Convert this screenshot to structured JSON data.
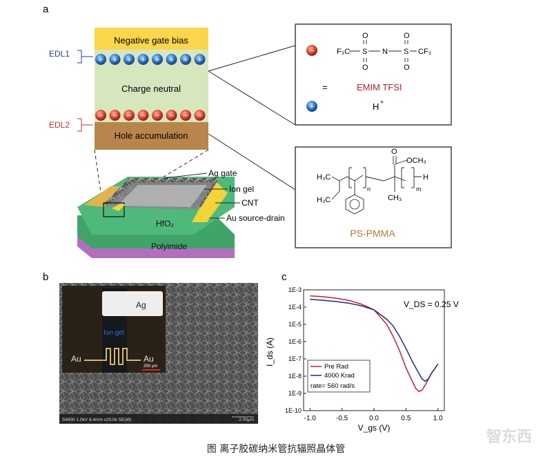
{
  "panel_labels": {
    "a": "a",
    "b": "b",
    "c": "c"
  },
  "panel_a": {
    "layers": {
      "top": "Negative gate bias",
      "middle": "Charge neutral",
      "bottom": "Hole accumulation"
    },
    "edl1": "EDL1",
    "edl2": "EDL2",
    "cation_symbol": "+",
    "anion_symbol": "−",
    "device_labels": {
      "ag_gate": "Ag gate",
      "ion_gel": "Ion gel",
      "cnt": "CNT",
      "au": "Au source-drain",
      "hfo2": "HfO₂",
      "polyimide": "Polyimide"
    },
    "ionic_box": {
      "anion_formula_left": "F₃C",
      "anion_formula_s1": "S",
      "anion_formula_n": "N",
      "anion_formula_s2": "S",
      "anion_formula_right": "CF₃",
      "oxygen": "O",
      "equals": "=",
      "name": "EMIM TFSI",
      "proton": "H",
      "proton_charge": "+"
    },
    "polymer_box": {
      "h3c_top": "H₃C",
      "h3c_bottom": "H₃C",
      "n_sub": "n",
      "m_sub": "m",
      "h_end": "H",
      "och3": "OCH₃",
      "carbonyl_o": "O",
      "ch3": "CH₃",
      "name": "PS-PMMA"
    }
  },
  "panel_b": {
    "ag": "Ag",
    "ion_gel": "Ion gel",
    "au_left": "Au",
    "au_right": "Au",
    "scale_inset": "250 μm",
    "sem_info": "S4800 1.0kV 8.4mm x20.0k SE(M)",
    "scale_main": "2.00μm"
  },
  "chart_data": {
    "type": "line",
    "title": "",
    "annotation": "V_DS = 0.25 V",
    "xlabel": "V_gs (V)",
    "ylabel": "I_ds (A)",
    "yscale": "log",
    "xlim": [
      -1.1,
      1.1
    ],
    "ylim": [
      1e-10,
      0.001
    ],
    "xticks": [
      "-1.0",
      "-0.5",
      "0.0",
      "0.5",
      "1.0"
    ],
    "yticks": [
      "1E-3",
      "1E-4",
      "1E-5",
      "1E-6",
      "1E-7",
      "1E-8",
      "1E-9",
      "1E-10"
    ],
    "legend_position": "bottom-left",
    "legend_note": "rate= 560 rad/s",
    "series": [
      {
        "name": "Pre Rad",
        "color": "#d11a2a",
        "x": [
          -1.0,
          -0.8,
          -0.6,
          -0.4,
          -0.2,
          0.0,
          0.2,
          0.3,
          0.4,
          0.5,
          0.6,
          0.65,
          0.7,
          0.75,
          0.8,
          0.9,
          1.0
        ],
        "y": [
          0.00045,
          0.0004,
          0.00033,
          0.00025,
          0.00015,
          7e-05,
          1e-05,
          2e-06,
          3e-07,
          3e-08,
          5e-09,
          2e-09,
          1.3e-09,
          1.5e-09,
          3e-09,
          1.5e-08,
          5e-08
        ]
      },
      {
        "name": "4000 Krad",
        "color": "#1c2a80",
        "x": [
          -1.0,
          -0.8,
          -0.6,
          -0.4,
          -0.2,
          0.0,
          0.2,
          0.3,
          0.4,
          0.5,
          0.6,
          0.7,
          0.75,
          0.8,
          0.85,
          0.9,
          1.0
        ],
        "y": [
          0.00028,
          0.00025,
          0.00021,
          0.00017,
          0.00012,
          7e-05,
          2e-05,
          8e-06,
          2e-06,
          4e-07,
          7e-08,
          1.5e-08,
          7e-09,
          5e-09,
          7e-09,
          1.5e-08,
          5e-08
        ]
      }
    ]
  },
  "caption": "图 离子胶碳纳米管抗辐照晶体管",
  "watermark": "智东西"
}
